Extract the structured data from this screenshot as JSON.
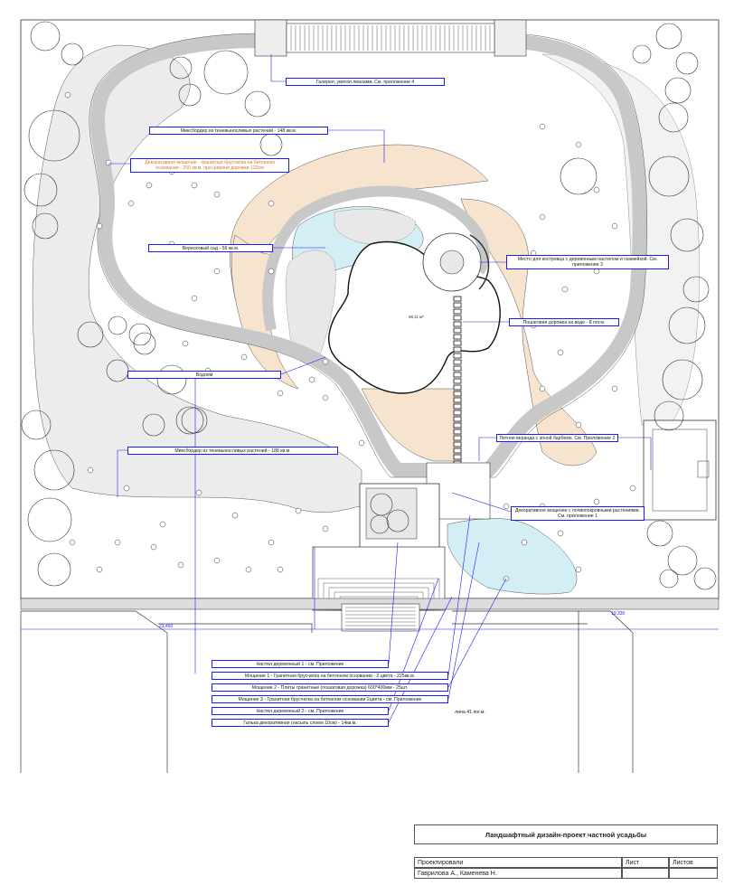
{
  "labels": {
    "gallery": "Галерея, увитая лианами. См. приложение 4",
    "mixborder_148": "Миксбордер из теневыносливых растений - 148 кв.м.",
    "decor_paving": "Декоративное мощение - гранитная брусчатка на бетонном основании - 250 кв.м. при ширине дорожки 120см",
    "heather_garden": "Вересковый сад - 56 кв.м.",
    "firepit": "Место для костровца с деревянным настилом и скамейкой. См. приложение 3",
    "stepping_path": "Пошаговая дорожка на воде - 8 пог.м.",
    "pond": "Водоем",
    "mixborder_188": "Миксбордер из теневыносливых растений - 188 кв.м.",
    "summer_veranda": "Летняя веранда с зоной барбекю. См. Приложение 2",
    "decor_paving_pockets": "Декоративное мощение с почвопокровными растениями. См. приложение 1",
    "deck1": "Настил деревянный 1 - см. Приложение",
    "paving1": "Мощение 1 - Гранитная брусчатка на бетонном основании - 2 цвета - 225кв.м.",
    "paving2": "Мощение 2 - Плиты гранитные (пошаговая дорожка) 600*400мм - 25шт.",
    "paving3": "Мощение 3 - Гранитная брусчатка на бетонном основании 2цвета - см. Приложение",
    "deck2": "Настил деревянный 2 - см. Приложение",
    "gravel": "Галька декоративная (насыпь слоем 10см) - 14кв.м.",
    "line41": "лина 41 пог.м."
  },
  "pond_area": "98,11 м²",
  "dimensions": {
    "left": "21,450",
    "right": "19,330"
  },
  "stamp": {
    "title": "Ландшафтный дизайн-проект частной усадьбы",
    "designed_label": "Проектировали",
    "sheet_label": "Лист",
    "sheets_label": "Листов",
    "authors": "Гаврилова А., Каменева Н."
  },
  "colors": {
    "line": "#1a1a1a",
    "leader": "#1a1aff",
    "path": "#c8c8c8",
    "grey_area": "#ececec",
    "beige": "#f7e4cf",
    "water": "#d3eff5",
    "orange_text": "#e0752a"
  }
}
